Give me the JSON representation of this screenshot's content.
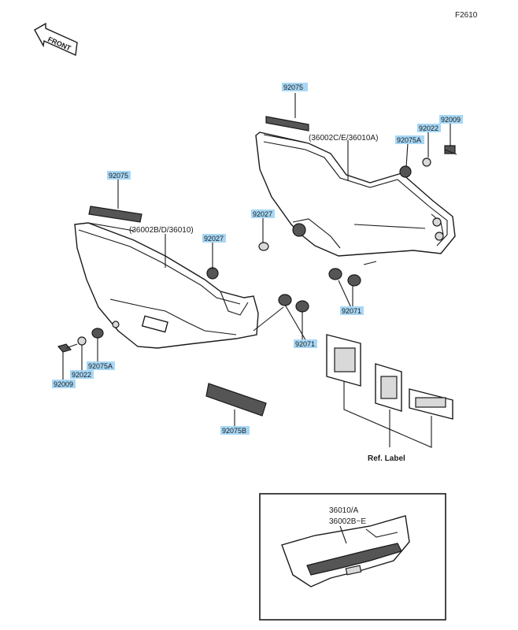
{
  "figure_code": "F2610",
  "front_label": "FRONT",
  "part_labels": {
    "strip_right": "92075",
    "strip_left": "92075",
    "bolt_right": "92009",
    "washer_right": "92022",
    "grommet_right_a": "92075A",
    "nut_right": "92027",
    "nut_left": "92027",
    "grommets_right_b": "92071",
    "grommets_left_b": "92071",
    "grommet_left_a": "92075A",
    "washer_left": "92022",
    "bolt_left": "92009",
    "tape_label": "92075B"
  },
  "assembly_labels": {
    "right_cover": "(36002C/E/36010A)",
    "left_cover": "(36002B/D/36010)"
  },
  "ref_label": "Ref. Label",
  "inset": {
    "line1": "36010/A",
    "line2": "36002B~E"
  }
}
